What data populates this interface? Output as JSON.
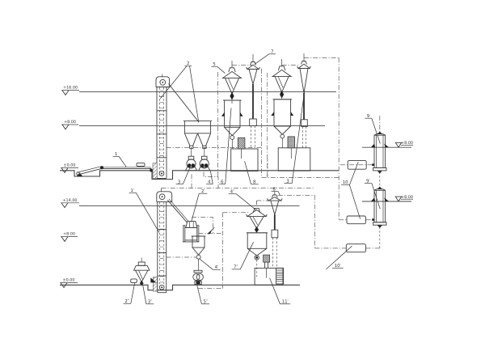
{
  "diagram": {
    "background": "#ffffff",
    "line_color": "#3c3c3c",
    "labels": {
      "conveyor": {
        "text": "1"
      },
      "elevator_a": {
        "text": "2"
      },
      "cyclone_wide_a": {
        "text": "5"
      },
      "cyclone_narrow_a": {
        "text": "7"
      },
      "roller_a": {
        "text": "3"
      },
      "roller_b": {
        "text": "4"
      },
      "bin_a": {
        "text": "6"
      },
      "grinder_a": {
        "text": "8"
      },
      "cyclone_narrow_b": {
        "text": "3"
      },
      "cylinder_a": {
        "text": "9"
      },
      "fan_a": {
        "text": "10"
      },
      "cylinder_b": {
        "text": "9′"
      },
      "fan_b": {
        "text": "10′"
      },
      "elevator_b": {
        "text": "1′"
      },
      "pellet_mill": {
        "text": "2′"
      },
      "cyclone_wide_c": {
        "text": "4″"
      },
      "cyclone_narrow_c": {
        "text": "8′"
      },
      "bin_c": {
        "text": "7″"
      },
      "machine_11": {
        "text": "11′"
      },
      "cooler_outlet": {
        "text": "4′"
      },
      "rotary_feeder": {
        "text": "5″"
      },
      "small_box": {
        "text": "2″"
      },
      "small_cyclone": {
        "text": "3″"
      }
    },
    "elevations": {
      "upper_16": {
        "text": "+16.00"
      },
      "upper_8": {
        "text": "+8.00"
      },
      "upper_0": {
        "text": "±0.00"
      },
      "lower_14": {
        "text": "+14.00"
      },
      "lower_8": {
        "text": "+8.00"
      },
      "lower_0": {
        "text": "±0.00"
      },
      "right_8_top": {
        "text": "+8.00"
      },
      "right_8_bottom": {
        "text": "+8.00"
      }
    }
  }
}
